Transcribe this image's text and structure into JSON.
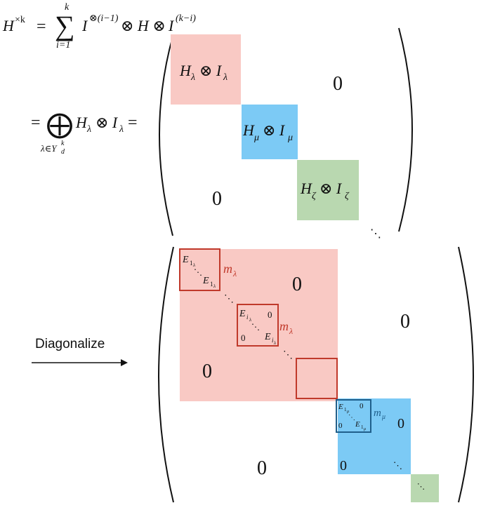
{
  "colors": {
    "pink": "#f9c9c4",
    "blue": "#7ccaf5",
    "green": "#b9d8b0",
    "red_outline": "#c0392b",
    "blue_outline": "#1f5f8b",
    "text": "#111111"
  },
  "equations": {
    "lhs_H": "H",
    "lhs_sup": "×k",
    "equals1": "=",
    "sum_symbol": "∑",
    "sum_upper": "k",
    "sum_lower": "i=1",
    "sum_term_I1": "I",
    "sum_term_I1_sup": "⊗(i−1)",
    "sum_term_mid": "⊗ H ⊗",
    "sum_term_I2": "I",
    "sum_term_I2_sup": "(k−i)",
    "equals2": "=",
    "oplus_symbol": "⨁",
    "oplus_lower": "λ∈Y",
    "oplus_lower_sup": "k",
    "oplus_lower_sub": "d",
    "oplus_term": "H",
    "oplus_term_sub": "λ",
    "oplus_term_mid": "⊗ I",
    "oplus_term_sub2": "λ",
    "equals3": "="
  },
  "top_matrix": {
    "block_lambda": {
      "H": "H",
      "sub1": "λ",
      "mid": "⊗ I",
      "sub2": "λ"
    },
    "block_mu": {
      "H": "H",
      "sub1": "μ",
      "mid": "⊗ I",
      "sub2": "μ"
    },
    "block_zeta": {
      "H": "H",
      "sub1": "ζ",
      "mid": "⊗ I",
      "sub2": "ζ"
    },
    "zero_upper_right": "0",
    "zero_lower_left": "0",
    "dots": "⋱"
  },
  "arrow_label": "Diagonalize",
  "bottom_matrix": {
    "box1": {
      "E_top": "E",
      "E_top_sub": "1",
      "E_top_subsub": "λ",
      "E_bot": "E",
      "E_bot_sub": "1",
      "E_bot_subsub": "λ",
      "dots": "⋱"
    },
    "m_lambda_1": {
      "m": "m",
      "sub": "λ"
    },
    "box2": {
      "E_top": "E",
      "E_top_sub": "i",
      "E_top_subsub": "λ",
      "zero_tr": "0",
      "zero_bl": "0",
      "E_bot": "E",
      "E_bot_sub": "i",
      "E_bot_subsub": "λ",
      "dots": "⋱"
    },
    "m_lambda_2": {
      "m": "m",
      "sub": "λ"
    },
    "dots_between_1_2": "⋱",
    "dots_between_2_3": "⋱",
    "zero_pink_upper_right": "0",
    "zero_pink_lower_left": "0",
    "zero_far_right": "0",
    "box_mu": {
      "E_top": "E",
      "E_top_sub": "1",
      "E_top_subsub": "μ",
      "zero_tr": "0",
      "zero_bl": "0",
      "E_bot": "E",
      "E_bot_sub": "1",
      "E_bot_subsub": "μ",
      "dots": "⋱"
    },
    "m_mu": {
      "m": "m",
      "sub": "μ"
    },
    "zero_blue_right": "0",
    "zero_blue_lower_left": "0",
    "dots_blue": "⋱",
    "zero_bottom_left": "0",
    "dots_green": "⋱"
  }
}
